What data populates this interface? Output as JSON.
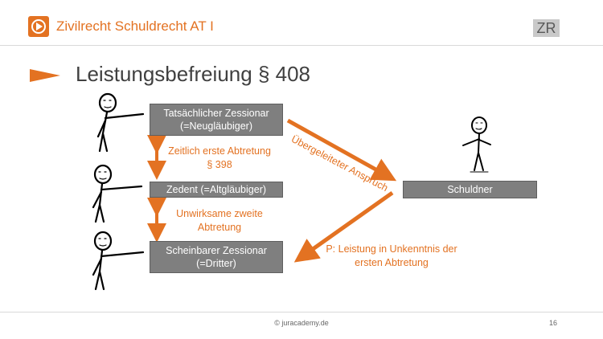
{
  "header": {
    "title": "Zivilrecht Schuldrecht AT I",
    "badge": "ZR",
    "accent_color": "#e37222",
    "logo_icon": "play-icon"
  },
  "slide": {
    "title": "Leistungsbefreiung § 408"
  },
  "diagram": {
    "boxes": {
      "zessionar_line1": "Tatsächlicher Zessionar",
      "zessionar_line2": "(=Neugläubiger)",
      "zedent": "Zedent (=Altgläubiger)",
      "scheinbar_line1": "Scheinbarer Zessionar",
      "scheinbar_line2": "(=Dritter)",
      "schuldner": "Schuldner"
    },
    "labels": {
      "erste_line1": "Zeitlich erste Abtretung",
      "erste_line2": "§ 398",
      "zweite_line1": "Unwirksame zweite",
      "zweite_line2": "Abtretung",
      "anspruch": "Übergeleiteter Anspruch",
      "leistung_line1": "P: Leistung in Unkenntnis der",
      "leistung_line2": "ersten Abtretung"
    },
    "box_color": "#7f7f7f",
    "arrow_color": "#e37222"
  },
  "footer": {
    "copyright": "© juracademy.de",
    "page": "16"
  }
}
